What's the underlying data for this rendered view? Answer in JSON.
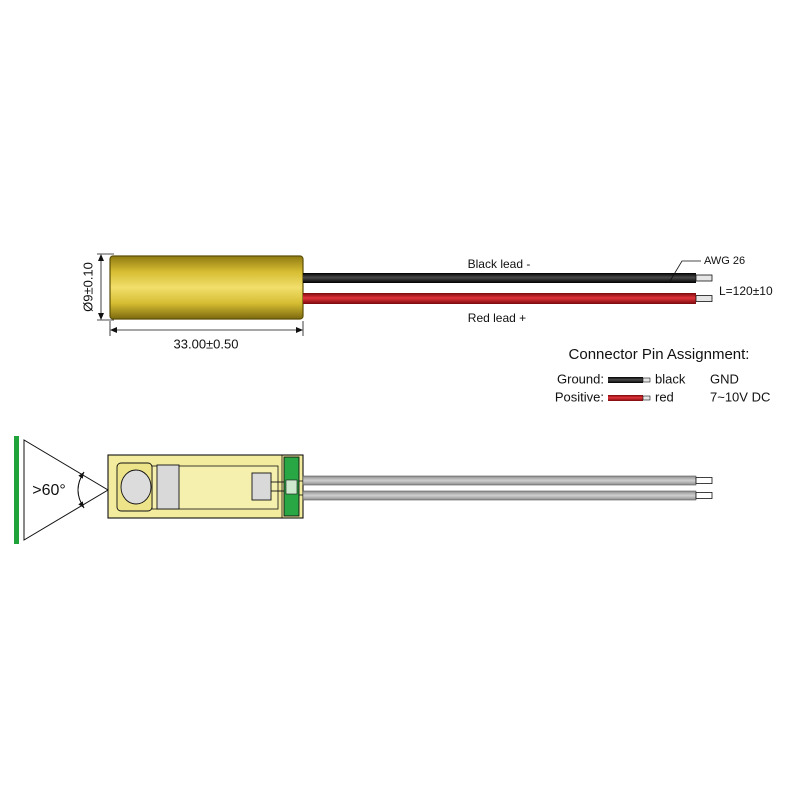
{
  "top_view": {
    "diameter_label": "Ø9±0.10",
    "length_label": "33.00±0.50",
    "black_lead_label": "Black lead -",
    "red_lead_label": "Red lead +",
    "awg_label": "AWG 26",
    "lead_length_label": "L=120±10"
  },
  "pin_assignment": {
    "title": "Connector Pin Assignment:",
    "rows": [
      {
        "label": "Ground:",
        "color_name": "black",
        "signal": "GND",
        "wire_color": "#111111"
      },
      {
        "label": "Positive:",
        "color_name": "red",
        "signal": "7~10V DC",
        "wire_color": "#c8191e"
      }
    ]
  },
  "section_view": {
    "beam_angle_label": ">60°"
  },
  "colors": {
    "brass": "#d9c037",
    "black_wire": "#111111",
    "red_wire": "#c8191e",
    "beam_green": "#1fa33a",
    "section_fill": "#f3ec9e",
    "lead_gray": "#a7a7a7"
  }
}
